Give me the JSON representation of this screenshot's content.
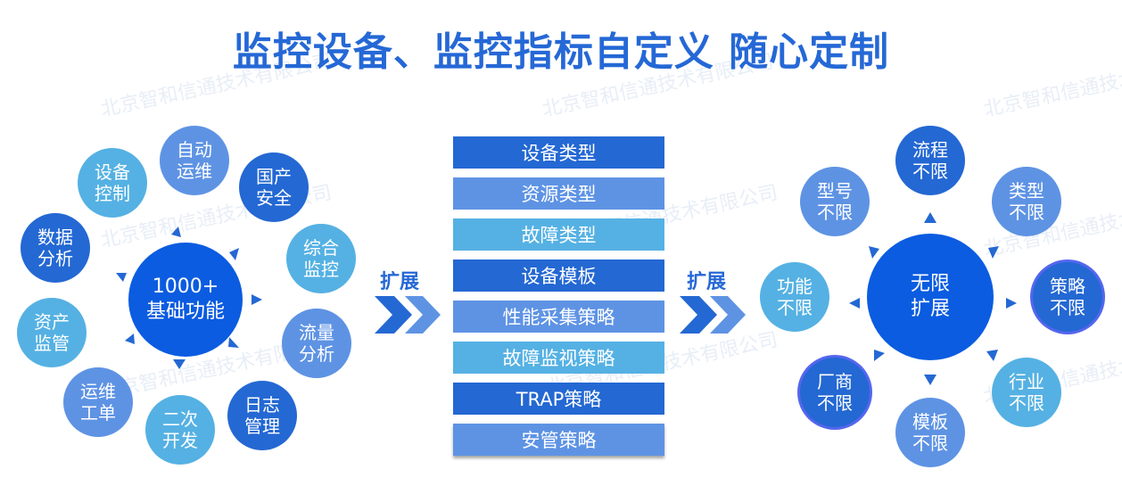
{
  "title": "监控设备、监控指标自定义  随心定制",
  "watermark": "北京智和信通技术有限公司",
  "colors": {
    "title": "#2568d6",
    "dark_blue": "#2468d3",
    "mid_blue": "#5e93e4",
    "light_blue": "#55b1e3",
    "hub_blue": "#0b5ce0"
  },
  "left_cluster": {
    "hub": {
      "line1": "1000+",
      "line2": "基础功能"
    },
    "satellites": [
      {
        "line1": "自动",
        "line2": "运维"
      },
      {
        "line1": "国产",
        "line2": "安全"
      },
      {
        "line1": "综合",
        "line2": "监控"
      },
      {
        "line1": "流量",
        "line2": "分析"
      },
      {
        "line1": "日志",
        "line2": "管理"
      },
      {
        "line1": "二次",
        "line2": "开发"
      },
      {
        "line1": "运维",
        "line2": "工单"
      },
      {
        "line1": "资产",
        "line2": "监管"
      },
      {
        "line1": "数据",
        "line2": "分析"
      },
      {
        "line1": "设备",
        "line2": "控制"
      }
    ]
  },
  "expand_left": {
    "label": "扩展",
    "icon": "double-chevron-right-icon"
  },
  "middle_list": {
    "items": [
      "设备类型",
      "资源类型",
      "故障类型",
      "设备模板",
      "性能采集策略",
      "故障监视策略",
      "TRAP策略",
      "安管策略"
    ]
  },
  "expand_right": {
    "label": "扩展",
    "icon": "double-chevron-right-icon"
  },
  "right_cluster": {
    "hub": {
      "line1": "无限",
      "line2": "扩展"
    },
    "satellites": [
      {
        "line1": "流程",
        "line2": "不限"
      },
      {
        "line1": "类型",
        "line2": "不限"
      },
      {
        "line1": "策略",
        "line2": "不限"
      },
      {
        "line1": "行业",
        "line2": "不限"
      },
      {
        "line1": "模板",
        "line2": "不限"
      },
      {
        "line1": "厂商",
        "line2": "不限"
      },
      {
        "line1": "功能",
        "line2": "不限"
      },
      {
        "line1": "型号",
        "line2": "不限"
      }
    ]
  }
}
